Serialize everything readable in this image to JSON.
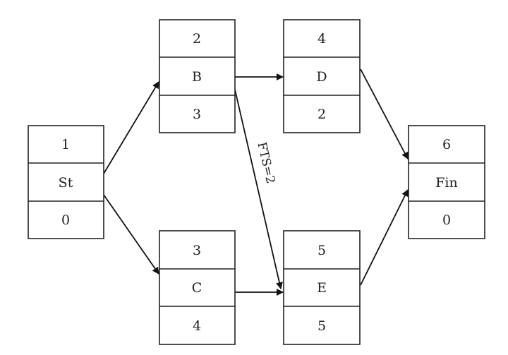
{
  "nodes": [
    {
      "id": "st",
      "top": "1",
      "name": "St",
      "bottom": "0"
    },
    {
      "id": "b",
      "top": "2",
      "name": "B",
      "bottom": "3"
    },
    {
      "id": "c",
      "top": "3",
      "name": "C",
      "bottom": "4"
    },
    {
      "id": "d",
      "top": "4",
      "name": "D",
      "bottom": "2"
    },
    {
      "id": "e",
      "top": "5",
      "name": "E",
      "bottom": "5"
    },
    {
      "id": "fin",
      "top": "6",
      "name": "Fin",
      "bottom": "0"
    }
  ],
  "edges": [
    {
      "from": "st",
      "to": "b"
    },
    {
      "from": "st",
      "to": "c"
    },
    {
      "from": "b",
      "to": "d"
    },
    {
      "from": "b",
      "to": "e",
      "label": "FTS=2"
    },
    {
      "from": "c",
      "to": "e"
    },
    {
      "from": "d",
      "to": "fin"
    },
    {
      "from": "e",
      "to": "fin"
    }
  ],
  "colors": {
    "line": "#111111",
    "background": "#ffffff"
  }
}
